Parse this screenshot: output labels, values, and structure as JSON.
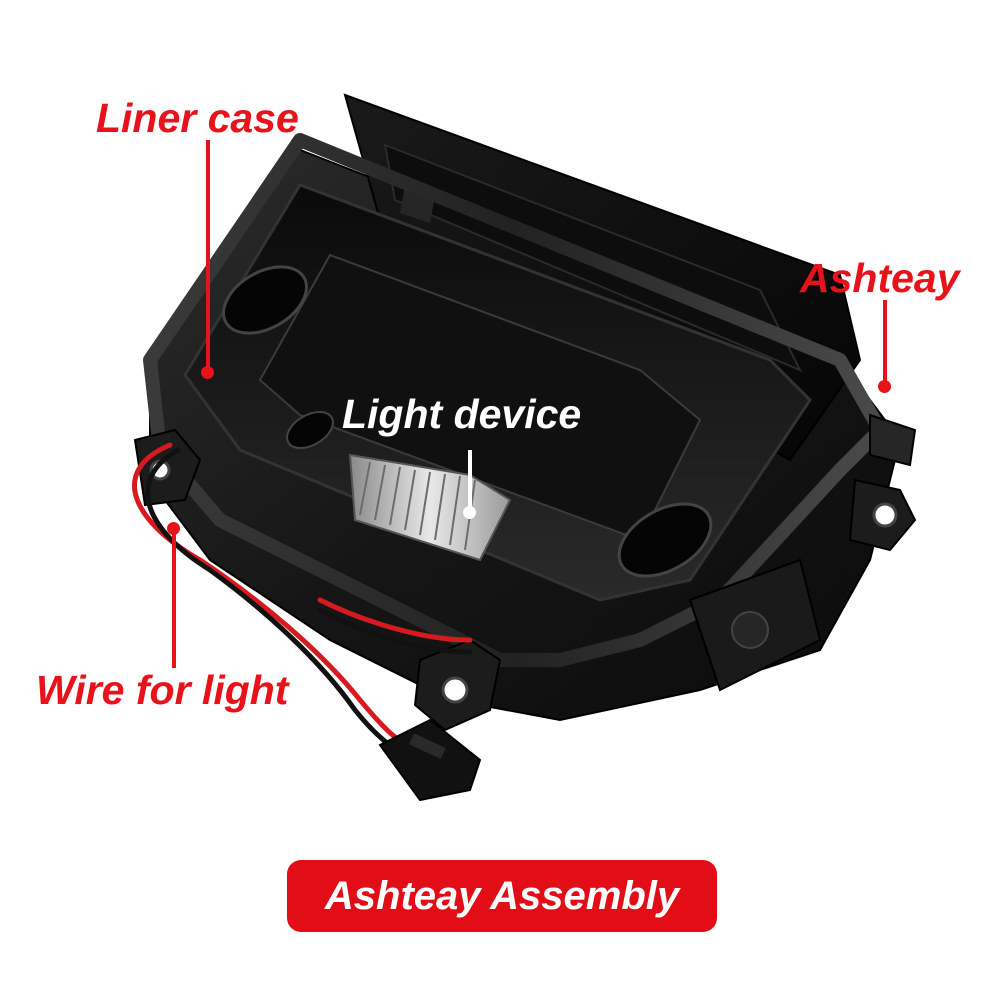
{
  "callouts": {
    "liner_case": "Liner case",
    "ashtray": "Ashteay",
    "light_device": "Light device",
    "wire_for_light": "Wire for light"
  },
  "caption": "Ashteay Assembly",
  "colors": {
    "accent_red": "#e8121b",
    "caption_red": "#e30d18",
    "plastic_black": "#141414",
    "background": "#ffffff"
  }
}
